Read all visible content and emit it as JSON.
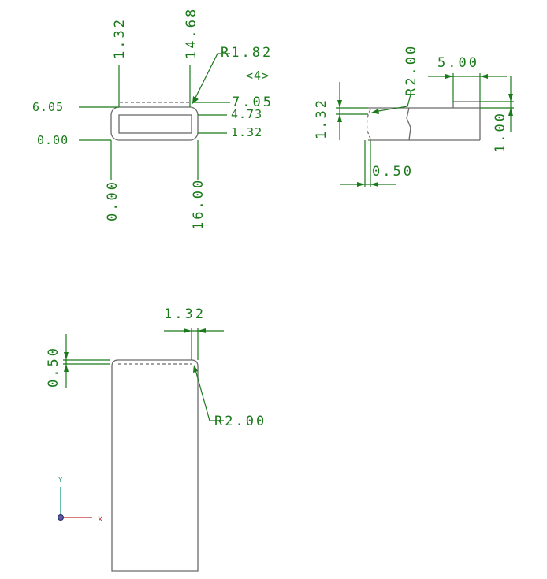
{
  "view_top": {
    "dims": {
      "top_132": "1.32",
      "top_1468": "14.68",
      "radius": "R1.82",
      "count": "<4>",
      "left_605": "6.05",
      "left_000": "0.00",
      "right_705": "7.05",
      "right_473": "4.73",
      "right_132": "1.32",
      "bottom_000": "0.00",
      "bottom_1600": "16.00"
    }
  },
  "view_side": {
    "dims": {
      "radius": "R2.00",
      "length": "5.00",
      "left_132": "1.32",
      "right_100": "1.00",
      "offset": "0.50"
    }
  },
  "view_front": {
    "dims": {
      "top_132": "1.32",
      "left_050": "0.50",
      "radius": "R2.00"
    }
  },
  "triad": {
    "x_label": "X",
    "y_label": "Y"
  },
  "colors": {
    "dimension": "#1a7a1a",
    "part": "#6a6a6a",
    "x_axis": "#c0282a",
    "y_axis": "#1a9a7a"
  }
}
